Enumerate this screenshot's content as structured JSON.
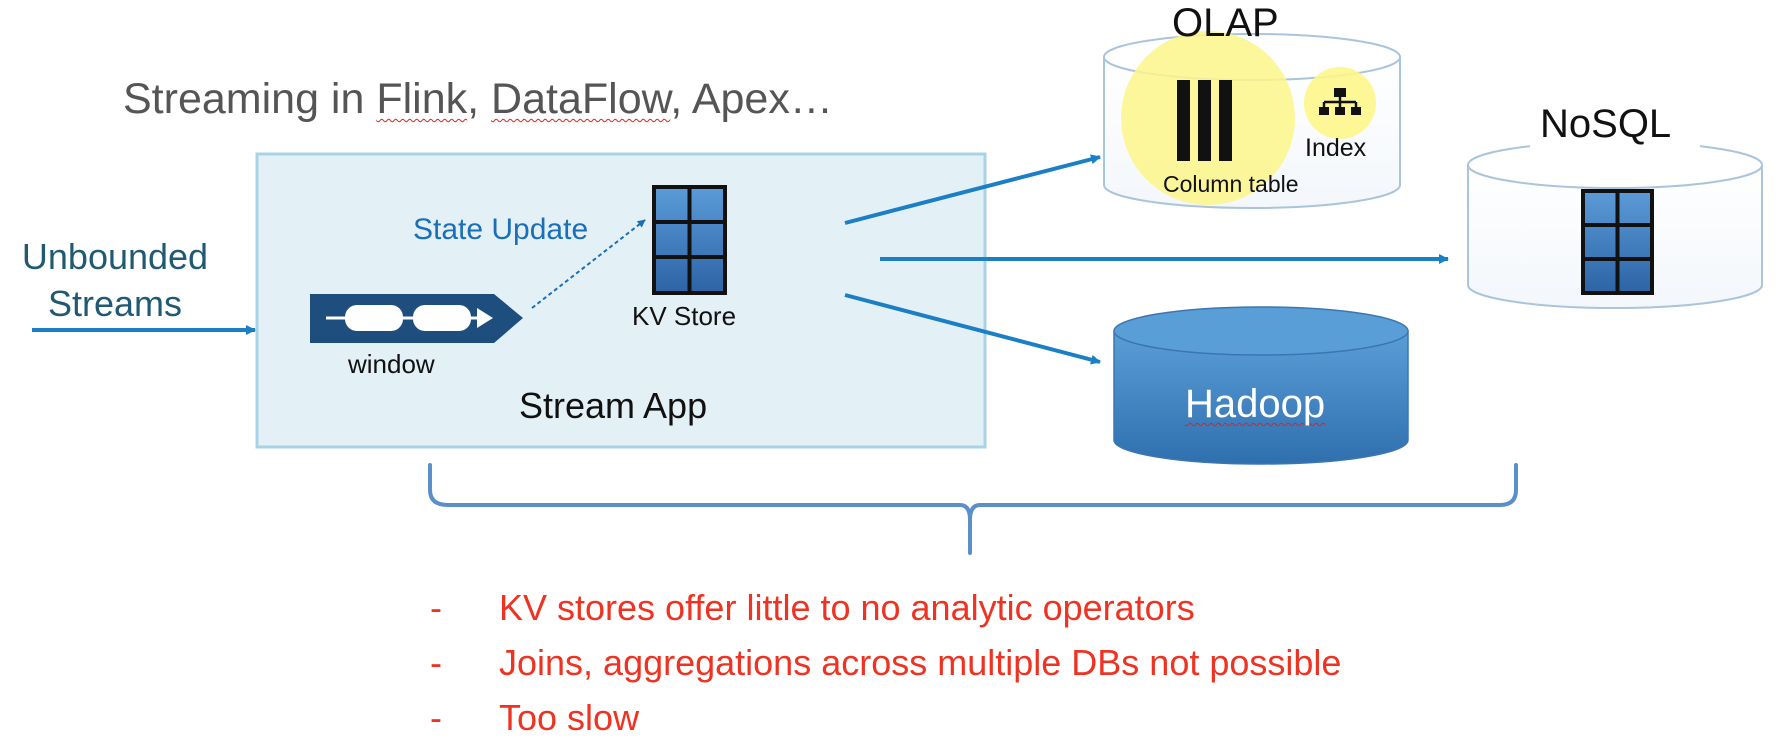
{
  "title": {
    "prefix": "Streaming in ",
    "flink": "Flink",
    "sep1": ", ",
    "dataflow": "DataFlow",
    "suffix": ", Apex…"
  },
  "source": {
    "line1": "Unbounded",
    "line2": "Streams"
  },
  "stream_app": {
    "label": "Stream App",
    "window_label": "window",
    "state_update_label": "State Update",
    "kv_store_label": "KV Store"
  },
  "targets": {
    "olap": {
      "title": "OLAP",
      "column_table_label": "Column table",
      "index_label": "Index"
    },
    "nosql": {
      "title": "NoSQL"
    },
    "hadoop": {
      "title": "Hadoop"
    }
  },
  "bullets": [
    {
      "dash": "-",
      "text": "KV stores offer little to no analytic operators"
    },
    {
      "dash": "-",
      "text": "Joins, aggregations across multiple DBs not possible"
    },
    {
      "dash": "-",
      "text": "Too slow"
    }
  ],
  "colors": {
    "arrow_blue": "#1a7fc4",
    "title_gray": "#555555",
    "source_text": "#1f5a72",
    "stream_app_fill": "#e3f0f6",
    "stream_app_border": "#a8d3e6",
    "window_navy": "#1d4e7e",
    "state_update_blue": "#1a6fb8",
    "kv_grid_blue": "#3d7ec0",
    "olap_highlight": "#fdf68a",
    "hadoop_blue": "#4b8fd0",
    "brace_blue": "#5b8fc8",
    "bullet_red": "#ee3322"
  },
  "icons": [
    "streaming-window-icon",
    "kv-store-grid-icon",
    "column-table-icon",
    "index-hierarchy-icon",
    "nosql-grid-icon"
  ]
}
